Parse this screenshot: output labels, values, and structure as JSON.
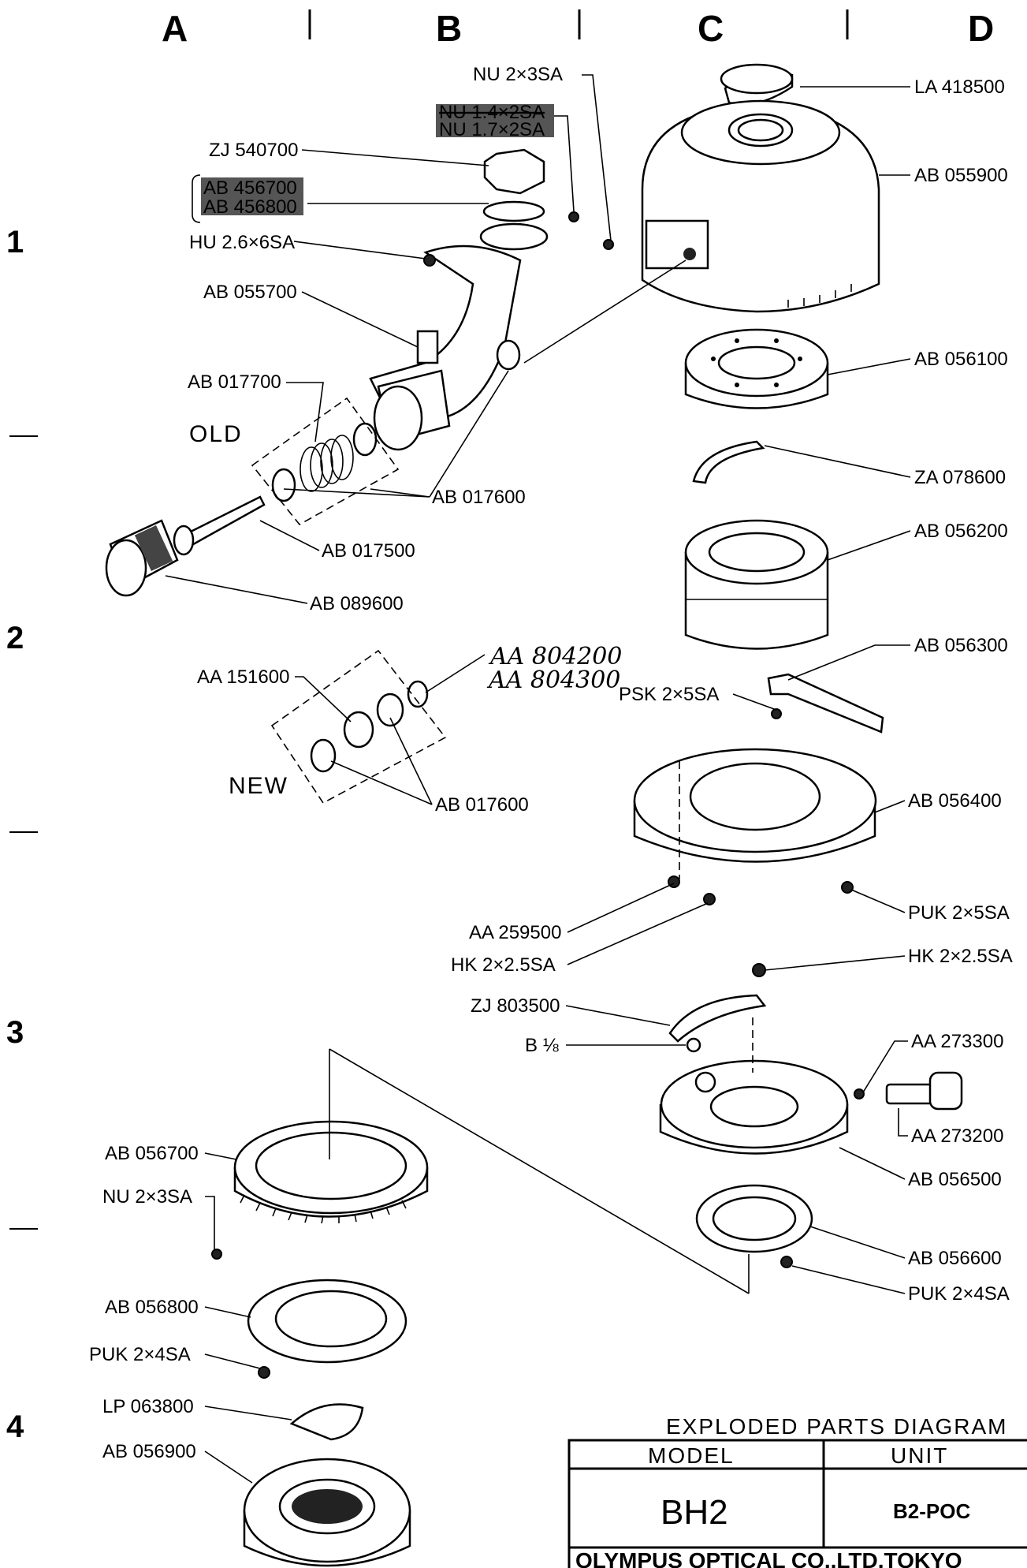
{
  "columns": [
    "A",
    "B",
    "C",
    "D"
  ],
  "rows": [
    "1",
    "2",
    "3",
    "4"
  ],
  "parts": {
    "nu_2x3sa_top": "NU 2×3SA",
    "nu_14x25a": "NU 1.4×2SA",
    "nu_17x2sa": "NU 1.7×2SA",
    "zj_540700": "ZJ 540700",
    "ab_456700": "AB 456700",
    "ab_456800": "AB 456800",
    "hu_26x6sa": "HU 2.6×6SA",
    "ab_055700": "AB 055700",
    "ab_017700": "AB 017700",
    "old": "OLD",
    "ab_017600_top": "AB 017600",
    "ab_017500": "AB 017500",
    "ab_089600": "AB 089600",
    "aa_151600": "AA 151600",
    "aa_804200": "AA 804200",
    "aa_804300": "AA 804300",
    "new": "NEW",
    "ab_017600_bottom": "AB 017600",
    "la_418500": "LA 418500",
    "ab_055900": "AB 055900",
    "ab_056100": "AB 056100",
    "za_078600": "ZA 078600",
    "ab_056200": "AB 056200",
    "ab_056300": "AB 056300",
    "psk_2x5sa": "PSK 2×5SA",
    "ab_056400": "AB 056400",
    "puk_2x5sa": "PUK 2×5SA",
    "aa_259500": "AA 259500",
    "hk_2x25sa_left": "HK 2×2.5SA",
    "hk_2x25sa_right": "HK 2×2.5SA",
    "zj_803500": "ZJ 803500",
    "b_18": "B ⅛",
    "aa_273300": "AA 273300",
    "aa_273200": "AA 273200",
    "ab_056500": "AB 056500",
    "ab_056600": "AB 056600",
    "puk_2x4sa_right": "PUK 2×4SA",
    "ab_056700": "AB 056700",
    "nu_2x3sa_bottom": "NU 2×3SA",
    "ab_056800": "AB 056800",
    "puk_2x4sa_left": "PUK 2×4SA",
    "lp_063800": "LP 063800",
    "ab_056900": "AB 056900"
  },
  "title_block": {
    "title": "EXPLODED PARTS DIAGRAM",
    "model_header": "MODEL",
    "unit_header": "UNIT",
    "model_value": "BH2",
    "unit_value": "B2-POC",
    "footer": "OLYMPUS OPTICAL CO.,LTD.TOKYO"
  }
}
